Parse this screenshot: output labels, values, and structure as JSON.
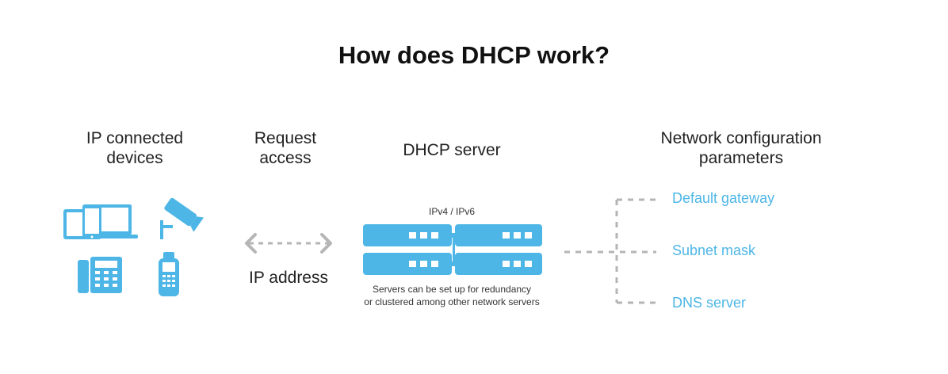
{
  "title": "How does DHCP work?",
  "columns": {
    "devices": {
      "line1": "IP connected",
      "line2": "devices"
    },
    "request": {
      "line1": "Request",
      "line2": "access"
    },
    "server": {
      "label": "DHCP server",
      "ip_versions": "IPv4 / IPv6",
      "note_line1": "Servers can be set up for redundancy",
      "note_line2": "or clustered among other network servers"
    },
    "params": {
      "line1": "Network configuration",
      "line2": "parameters"
    }
  },
  "arrow_label": "IP address",
  "parameters": [
    "Default gateway",
    "Subnet mask",
    "DNS server"
  ],
  "icons": [
    "devices-icon",
    "security-camera-icon",
    "desk-phone-icon",
    "handheld-scanner-icon",
    "server-icon"
  ],
  "colors": {
    "accent": "#4db6e6",
    "dashed": "#b5b5b5",
    "text": "#222222"
  }
}
